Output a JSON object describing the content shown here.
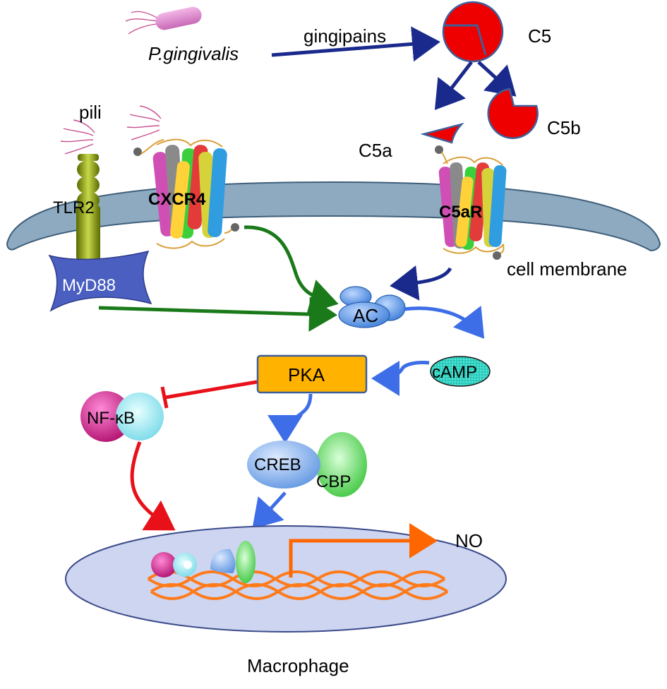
{
  "labels": {
    "p_gingivalis": "P.gingivalis",
    "gingipains": "gingipains",
    "c5": "C5",
    "c5a": "C5a",
    "c5b": "C5b",
    "pili": "pili",
    "tlr2": "TLR2",
    "cxcr4": "CXCR4",
    "c5ar": "C5aR",
    "myd88": "MyD88",
    "cell_membrane": "cell membrane",
    "ac": "AC",
    "camp": "cAMP",
    "pka": "PKA",
    "nfkb": "NF-κB",
    "creb": "CREB",
    "cbp": "CBP",
    "no": "NO",
    "macrophage": "Macrophage"
  },
  "colors": {
    "membrane": "#8eaac1",
    "membrane_stroke": "#3f5f7a",
    "dark_blue_arrow": "#1a2a8c",
    "green_arrow": "#1a7a1a",
    "light_blue_arrow": "#3d6ee8",
    "red_arrow": "#e8111a",
    "orange_arrow": "#ff6600",
    "pka_fill": "#ffb300",
    "c5_fill": "#ee0000",
    "nucleus_fill": "#cdd5f0",
    "myd88_fill": "#4a5fc0",
    "camp_fill": "#2fd4c4"
  },
  "icons": [
    "bacterium-icon",
    "pili-icon",
    "receptor-helix-icon",
    "dna-helix-icon"
  ]
}
